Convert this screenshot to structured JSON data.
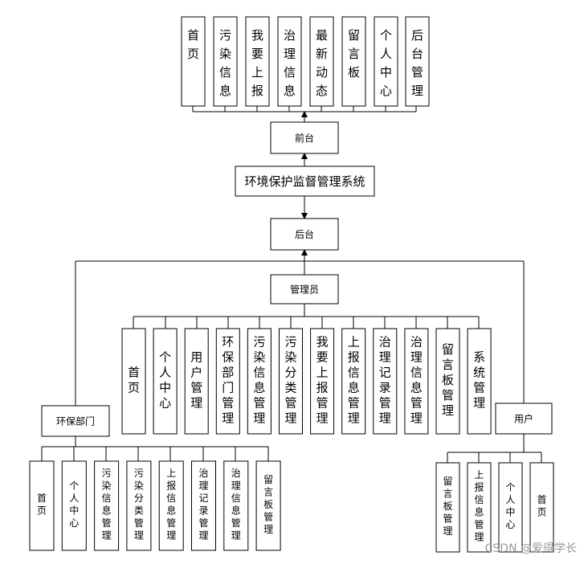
{
  "system": "环境保护监督管理系统",
  "frontend": {
    "label": "前台",
    "items": [
      "首页",
      "污染信息",
      "我要上报",
      "治理信息",
      "最新动态",
      "留言板",
      "个人中心",
      "后台管理"
    ]
  },
  "backend": {
    "label": "后台"
  },
  "admin": {
    "label": "管理员",
    "items": [
      "首页",
      "个人中心",
      "用户管理",
      "环保部门管理",
      "污染信息管理",
      "污染分类管理",
      "我要上报管理",
      "上报信息管理",
      "治理记录管理",
      "治理信息管理",
      "留言板管理",
      "系统管理"
    ]
  },
  "dept": {
    "label": "环保部门",
    "items": [
      "首页",
      "个人中心",
      "污染信息管理",
      "污染分类管理",
      "上报信息管理",
      "治理记录管理",
      "治理信息管理",
      "留言板管理"
    ]
  },
  "user": {
    "label": "用户",
    "items": [
      "留言板管理",
      "上报信息管理",
      "个人中心",
      "首页"
    ]
  },
  "watermark": "CSDN @爱得学长"
}
